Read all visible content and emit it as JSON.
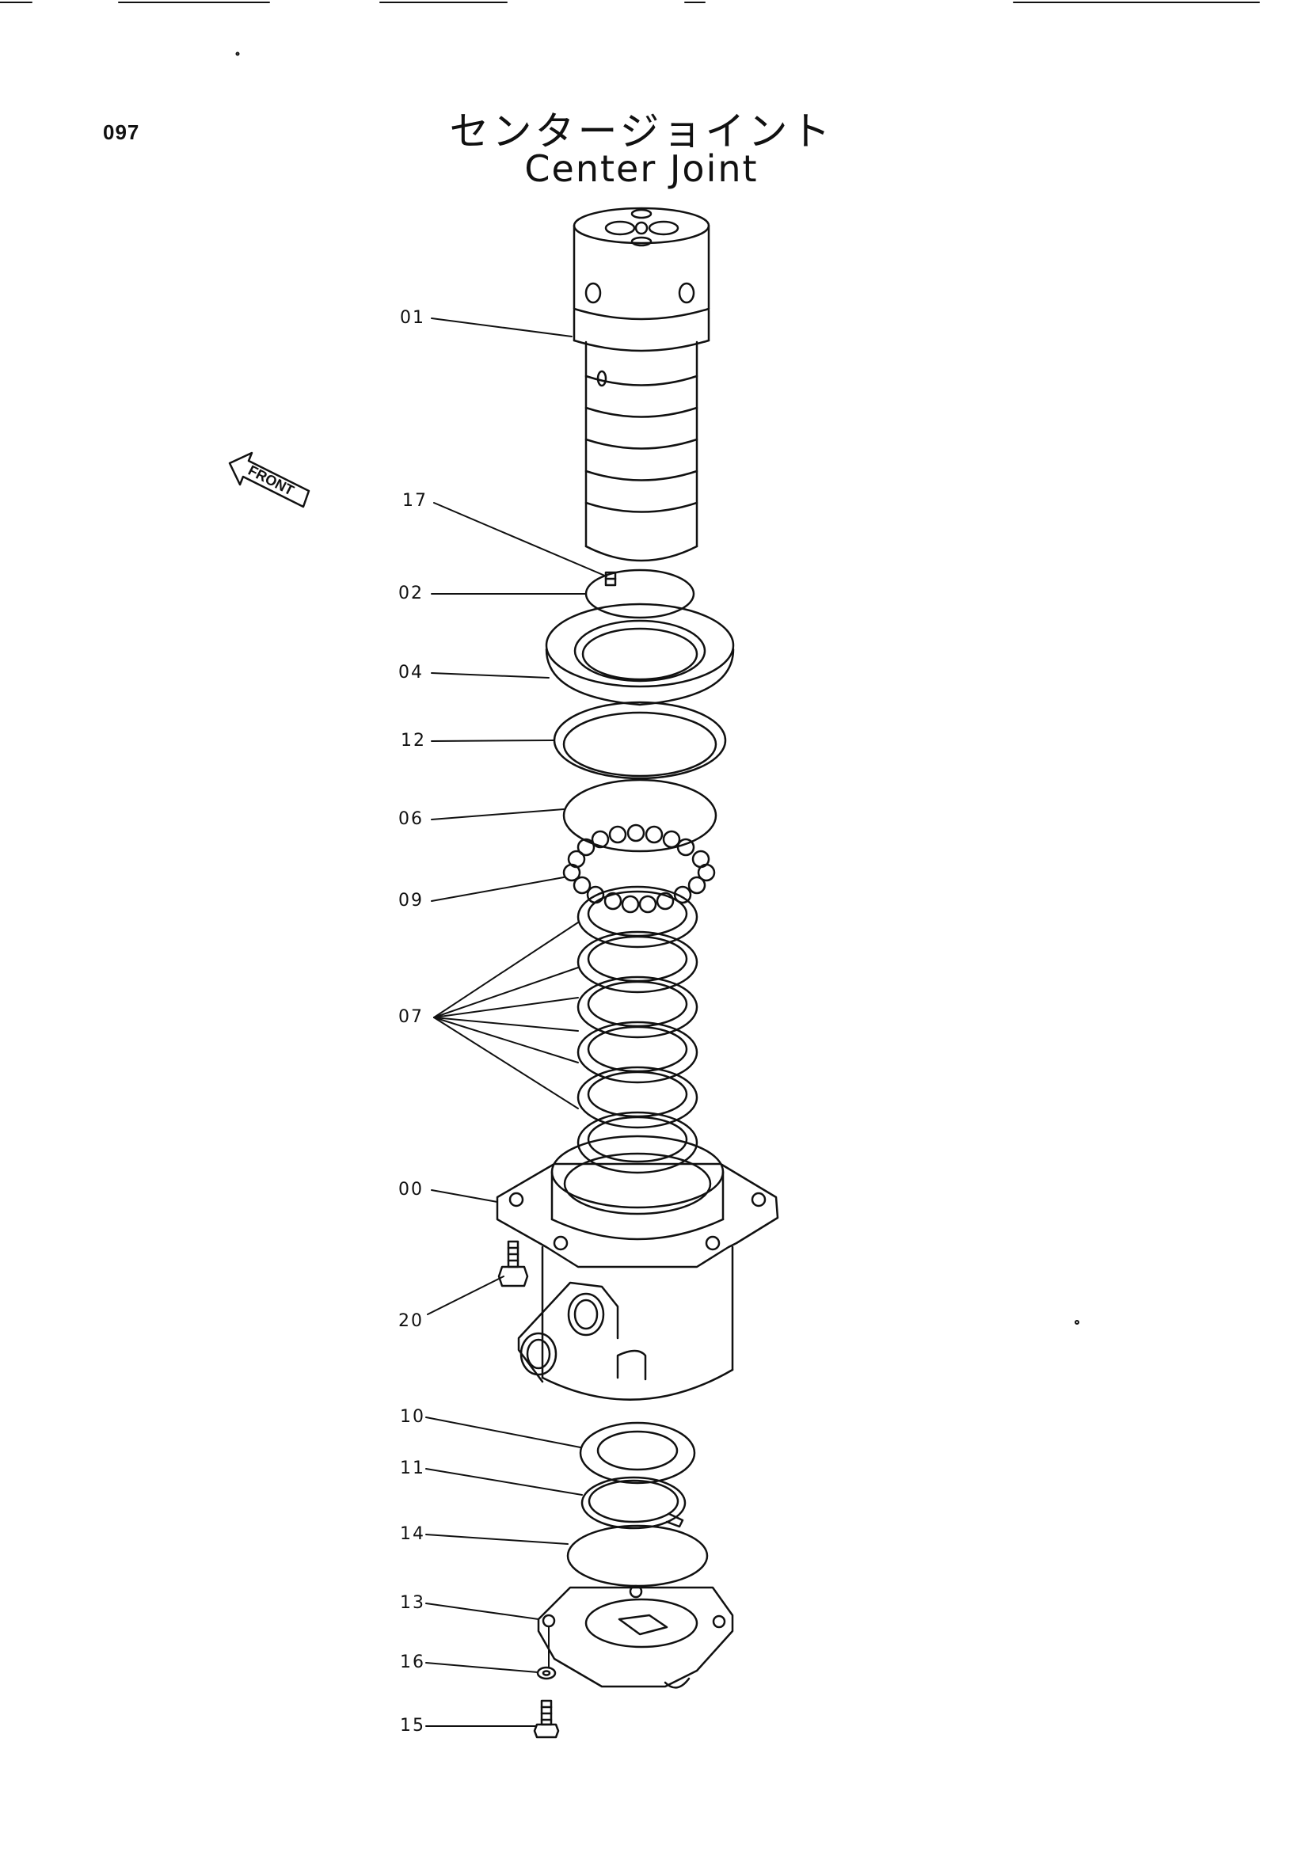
{
  "page": {
    "number": "097"
  },
  "title": {
    "japanese": "センタージョイント",
    "english": "Center Joint"
  },
  "front_indicator": "FRONT",
  "callouts": {
    "c01": "01",
    "c17": "17",
    "c02": "02",
    "c04": "04",
    "c12": "12",
    "c06": "06",
    "c09": "09",
    "c07": "07",
    "c00": "00",
    "c20": "20",
    "c10": "10",
    "c11": "11",
    "c14": "14",
    "c13": "13",
    "c16": "16",
    "c15": "15"
  }
}
